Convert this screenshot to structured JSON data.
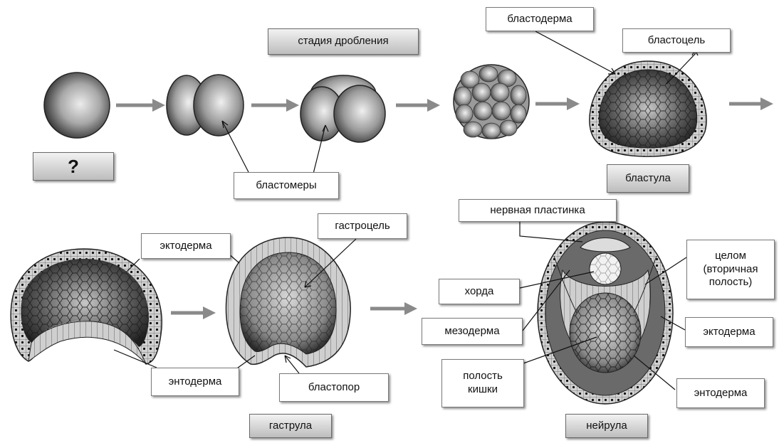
{
  "labels": {
    "cleavage_stage": "стадия дробления",
    "zygote_unknown": "?",
    "blastomeres": "бластомеры",
    "blastoderm": "бластодерма",
    "blastocoel": "бластоцель",
    "blastula": "бластула",
    "ectoderm_gastrula": "эктодерма",
    "gastrocoel": "гастроцель",
    "endoderm_gastrula": "энтодерма",
    "blastopore": "бластопор",
    "gastrula": "гаструла",
    "neural_plate": "нервная пластинка",
    "notochord": "хорда",
    "mesoderm": "мезодерма",
    "gut_cavity": "полость\nкишки",
    "coelom": "целом\n(вторичная\nполость)",
    "ectoderm_neurula": "эктодерма",
    "endoderm_neurula": "энтодерма",
    "neurula": "нейрула"
  },
  "colors": {
    "arrow": "#8a8a8a",
    "line": "#111111",
    "cell_dark": "#2b2b2b",
    "cell_light": "#e6e6e6"
  }
}
